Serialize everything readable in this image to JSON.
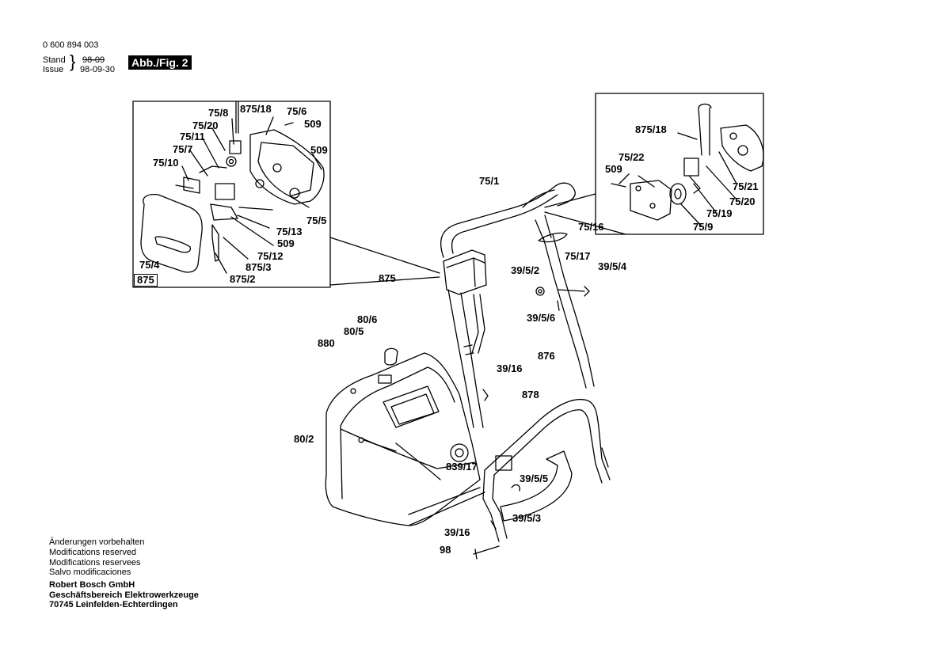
{
  "header": {
    "part_number": "0 600 894 003",
    "stand_label": "Stand",
    "issue_label": "Issue",
    "stand_value": "98-09",
    "issue_value": "98-09-30",
    "figure": "Abb./Fig. 2"
  },
  "left_inset": {
    "box_label": "875",
    "labels": [
      "75/8",
      "875/18",
      "75/6",
      "509",
      "75/20",
      "75/11",
      "75/7",
      "509",
      "75/10",
      "75/5",
      "75/13",
      "509",
      "75/12",
      "875/3",
      "875/2",
      "75/4"
    ]
  },
  "right_inset": {
    "labels": [
      "875/18",
      "75/22",
      "509",
      "75/21",
      "75/20",
      "75/19",
      "75/9"
    ]
  },
  "main_labels": [
    "75/1",
    "75/16",
    "75/17",
    "39/5/2",
    "39/5/4",
    "875",
    "39/5/6",
    "876",
    "80/6",
    "80/5",
    "880",
    "39/16",
    "878",
    "80/2",
    "839/17",
    "39/5/5",
    "39/16",
    "39/5/3",
    "98"
  ],
  "footer": {
    "notes": [
      "Änderungen vorbehalten",
      "Modifications reserved",
      "Modifications reservees",
      "Salvo modificaciones"
    ],
    "company": [
      "Robert Bosch GmbH",
      "Geschäftsbereich Elektrowerkzeuge",
      "70745 Leinfelden-Echterdingen"
    ]
  }
}
